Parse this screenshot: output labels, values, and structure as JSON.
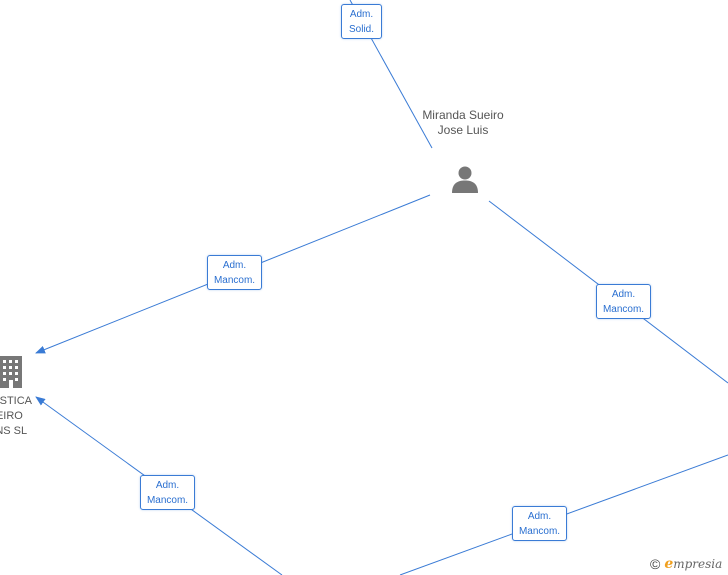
{
  "person": {
    "name": "Miranda Sueiro Jose Luis",
    "icon": "person-icon"
  },
  "company": {
    "name_lines": [
      "GISTICA",
      "UEIRO",
      "ANS  SL"
    ],
    "icon": "building-icon"
  },
  "edges": [
    {
      "id": "top",
      "line1": "Adm.",
      "line2": "Solid."
    },
    {
      "id": "left-upper",
      "line1": "Adm.",
      "line2": "Mancom."
    },
    {
      "id": "right-upper",
      "line1": "Adm.",
      "line2": "Mancom."
    },
    {
      "id": "left-lower",
      "line1": "Adm.",
      "line2": "Mancom."
    },
    {
      "id": "right-lower",
      "line1": "Adm.",
      "line2": "Mancom."
    }
  ],
  "branding": {
    "copyright_symbol": "©",
    "logo_initial": "e",
    "logo_rest": "mpresia"
  },
  "colors": {
    "edge": "#3a7bd5",
    "label_text": "#2a6fd0",
    "node_text": "#555555",
    "node_icon": "#777777",
    "brand_accent": "#f0a020"
  }
}
